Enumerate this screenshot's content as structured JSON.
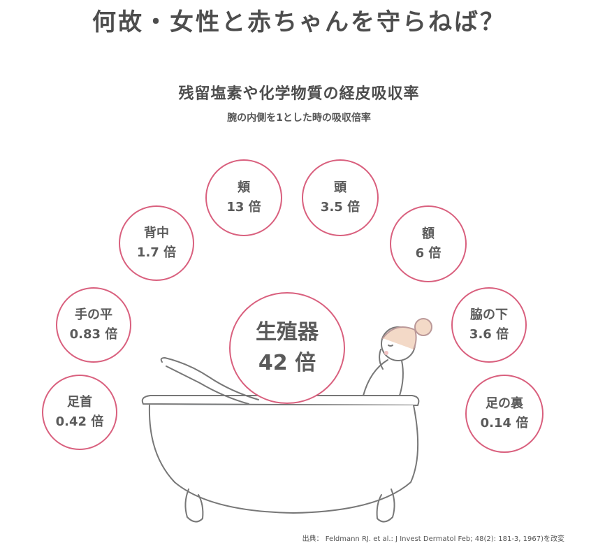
{
  "header": {
    "title": "何故・女性と赤ちゃんを守らねば？"
  },
  "chart_header": {
    "subtitle": "残留塩素や化学物質の経皮吸収率",
    "note": "腕の内側を1とした時の吸収倍率"
  },
  "body_parts": [
    {
      "id": "foot-ankle",
      "part": "足首",
      "rate": "0.42 倍"
    },
    {
      "id": "palm",
      "part": "手の平",
      "rate": "0.83 倍"
    },
    {
      "id": "back",
      "part": "背中",
      "rate": "1.7 倍"
    },
    {
      "id": "cheek",
      "part": "頬",
      "rate": "13 倍"
    },
    {
      "id": "head",
      "part": "頭",
      "rate": "3.5 倍"
    },
    {
      "id": "forehead",
      "part": "額",
      "rate": "6 倍"
    },
    {
      "id": "armpit",
      "part": "脇の下",
      "rate": "3.6 倍"
    },
    {
      "id": "sole",
      "part": "足の裏",
      "rate": "0.14 倍"
    },
    {
      "id": "genitals",
      "part": "生殖器",
      "rate": "42 倍"
    }
  ],
  "chart_data": {
    "type": "bar",
    "title": "残留塩素や化学物質の経皮吸収率",
    "subtitle": "腕の内側を1とした時の吸収倍率",
    "categories": [
      "足首",
      "手の平",
      "背中",
      "頬",
      "頭",
      "額",
      "脇の下",
      "足の裏",
      "生殖器"
    ],
    "values": [
      0.42,
      0.83,
      1.7,
      13,
      3.5,
      6,
      3.6,
      0.14,
      42
    ],
    "unit": "倍",
    "baseline": "腕の内側 = 1"
  },
  "colors": {
    "accent": "#d9607e",
    "text": "#4d4d4d",
    "water": "#e3eef7"
  },
  "footer": {
    "source": "出典： Feldmann RJ. et al.: J Invest Dermatol Feb; 48(2): 181-3, 1967)を改変"
  }
}
